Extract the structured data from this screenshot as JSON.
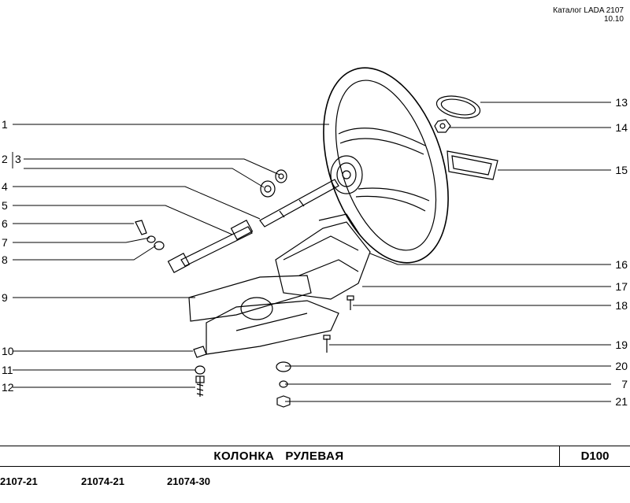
{
  "header": {
    "catalog": "Каталог LADA 2107",
    "date": "10.10"
  },
  "labels_left": [
    "1",
    "2",
    "3",
    "4",
    "5",
    "6",
    "7",
    "8",
    "9",
    "10",
    "11",
    "12"
  ],
  "labels_right": [
    "13",
    "14",
    "15",
    "16",
    "17",
    "18",
    "19",
    "20",
    "7",
    "21"
  ],
  "title": "КОЛОНКА   РУЛЕВАЯ",
  "section_code": "D100",
  "models": [
    "2107-21",
    "21074-21",
    "21074-30"
  ]
}
